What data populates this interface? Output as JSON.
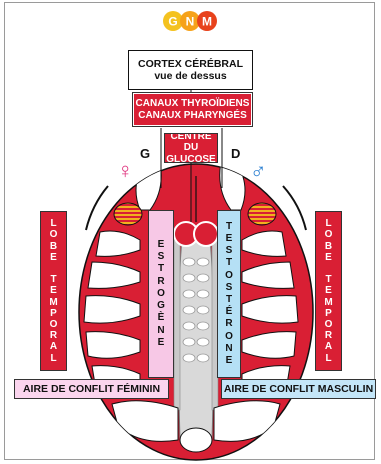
{
  "logo": {
    "letters": [
      "G",
      "N",
      "M"
    ],
    "colors": [
      "#f4c21f",
      "#f6a21a",
      "#e8421c"
    ]
  },
  "cortex": {
    "title": "CORTEX CÉRÉBRAL",
    "subtitle": "vue de dessus"
  },
  "canaux": {
    "line1": "CANAUX THYROÏDIENS",
    "line2": "CANAUX PHARYNGÉS"
  },
  "centre": {
    "line1": "CENTRE DU",
    "line2": "GLUCOSE"
  },
  "sides": {
    "left_letter": "G",
    "right_letter": "D"
  },
  "symbols": {
    "female": "♀",
    "male": "♂",
    "female_color": "#e0357f",
    "male_color": "#2a7fd1"
  },
  "lobe": {
    "left": [
      "L",
      "O",
      "B",
      "E",
      "",
      "T",
      "E",
      "M",
      "P",
      "O",
      "R",
      "A",
      "L"
    ],
    "right": [
      "L",
      "O",
      "B",
      "E",
      "",
      "T",
      "E",
      "M",
      "P",
      "O",
      "R",
      "A",
      "L"
    ]
  },
  "hormones": {
    "estrogene": [
      "E",
      "S",
      "T",
      "R",
      "O",
      "G",
      "È",
      "N",
      "E"
    ],
    "testosterone": [
      "T",
      "E",
      "S",
      "T",
      "O",
      "S",
      "T",
      "É",
      "R",
      "O",
      "N",
      "E"
    ]
  },
  "aires": {
    "feminin": "AIRE DE CONFLIT FÉMININ",
    "masculin": "AIRE DE CONFLIT MASCULIN"
  },
  "colors": {
    "brain_red": "#d91f34",
    "feminin_fill": "#fbd5ee",
    "masculin_fill": "#c4e6f8"
  }
}
